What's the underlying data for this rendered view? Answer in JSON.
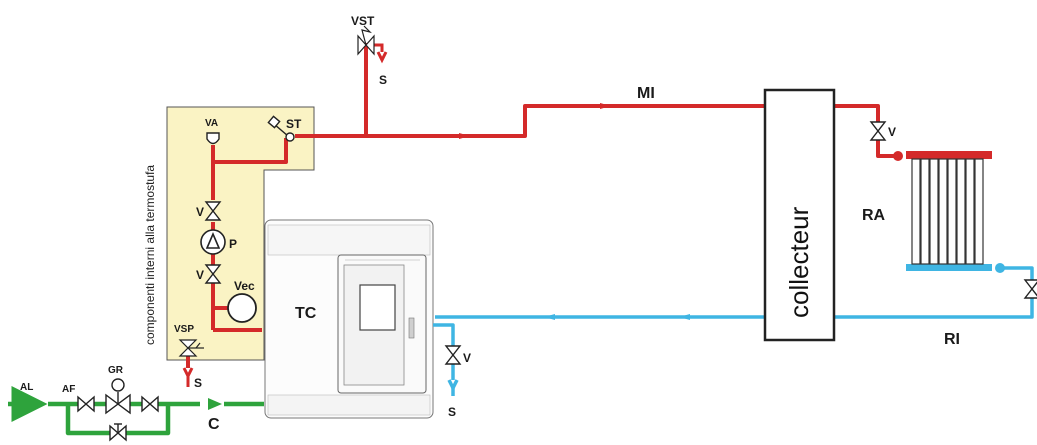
{
  "labels": {
    "vst": "VST",
    "s_top": "S",
    "mi": "MI",
    "st": "ST",
    "va": "VA",
    "v_valve_red1": "V",
    "p": "P",
    "v_valve_red2": "V",
    "vec": "Vec",
    "vsp": "VSP",
    "s_vsp": "S",
    "tc": "TC",
    "al": "AL",
    "af": "AF",
    "gr": "GR",
    "c": "C",
    "v_blue": "V",
    "s_blue": "S",
    "collecteur": "collecteur",
    "v_right": "V",
    "ra": "RA",
    "ri": "RI",
    "side_text": "componenti interni alla termostufa"
  },
  "colors": {
    "hot_pipe": "#d42a2a",
    "return_pipe": "#3fb5e3",
    "feed_pipe": "#2ea33c",
    "panel_fill": "#faf3c4",
    "panel_stroke": "#555555",
    "radiator_hot": "#d42a2a",
    "radiator_cold": "#3fb5e3"
  }
}
